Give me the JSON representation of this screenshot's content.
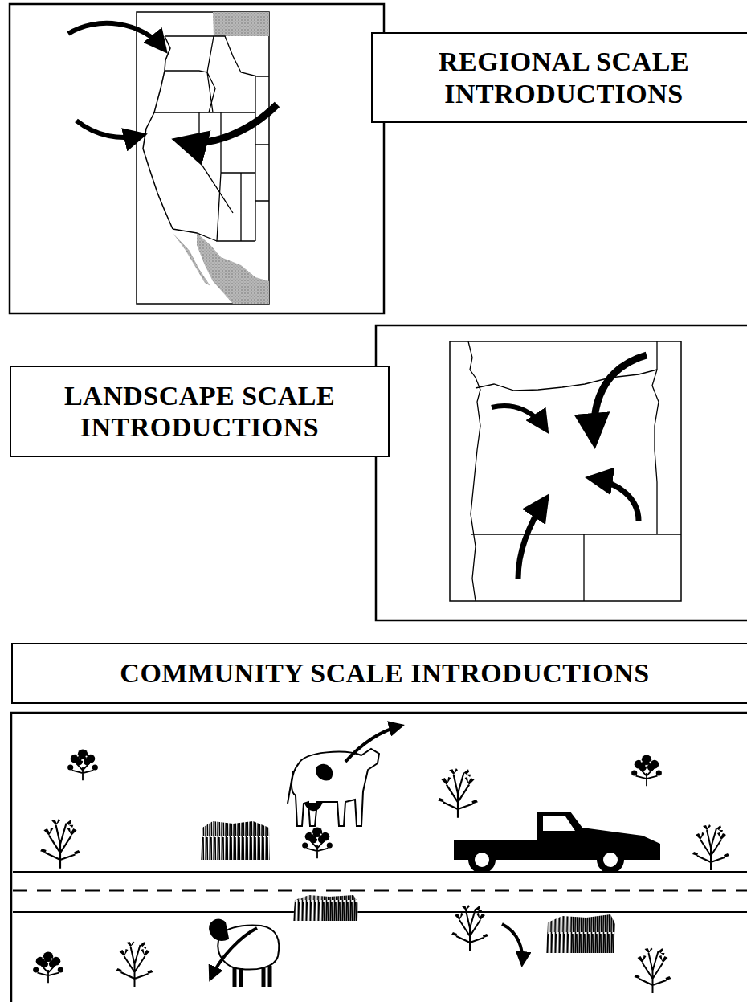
{
  "diagram": {
    "nodes": [
      {
        "text": [
          "REGIONAL SCALE INTRODUCTIONS"
        ]
      },
      {
        "text": [
          "LANDSCAPE SCALE INTRODUCTIONS"
        ]
      },
      {
        "text": [
          "COMMUNITY SCALE INTRODUCTIONS"
        ]
      }
    ]
  }
}
